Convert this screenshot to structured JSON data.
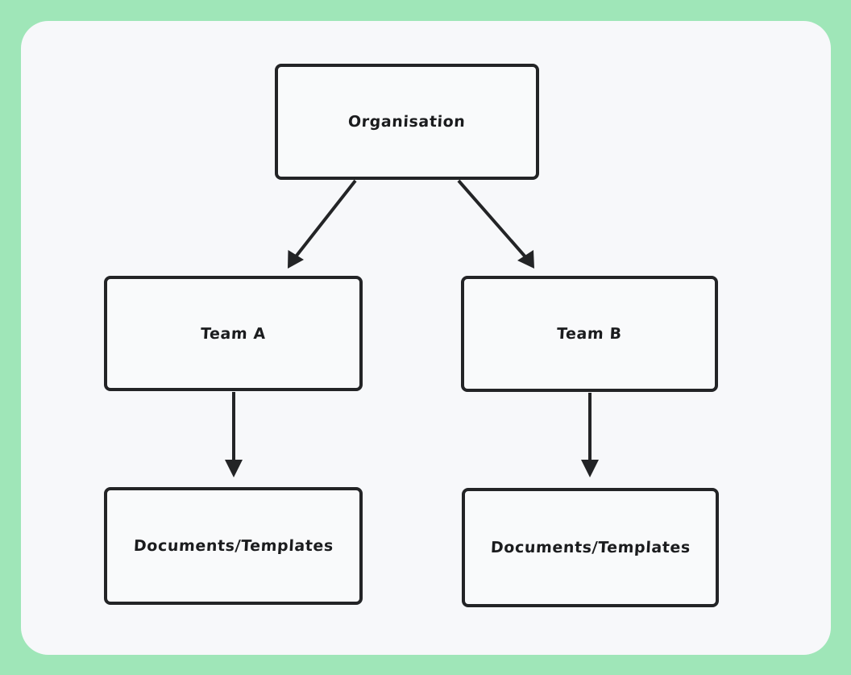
{
  "canvas": {
    "background_color": "#9fe6b8",
    "card_color": "#f7f8fa",
    "stroke_color": "#232426"
  },
  "diagram": {
    "type": "flowchart",
    "orientation": "top-down",
    "nodes": [
      {
        "id": "organisation",
        "label": "Organisation",
        "level": 0
      },
      {
        "id": "team_a",
        "label": "Team A",
        "level": 1
      },
      {
        "id": "team_b",
        "label": "Team B",
        "level": 1
      },
      {
        "id": "docs_a",
        "label": "Documents/Templates",
        "level": 2
      },
      {
        "id": "docs_b",
        "label": "Documents/Templates",
        "level": 2
      }
    ],
    "edges": [
      {
        "from": "organisation",
        "to": "team_a",
        "style": "arrow",
        "shape": "diagonal"
      },
      {
        "from": "organisation",
        "to": "team_b",
        "style": "arrow",
        "shape": "diagonal"
      },
      {
        "from": "team_a",
        "to": "docs_a",
        "style": "arrow",
        "shape": "vertical"
      },
      {
        "from": "team_b",
        "to": "docs_b",
        "style": "arrow",
        "shape": "vertical"
      }
    ]
  }
}
